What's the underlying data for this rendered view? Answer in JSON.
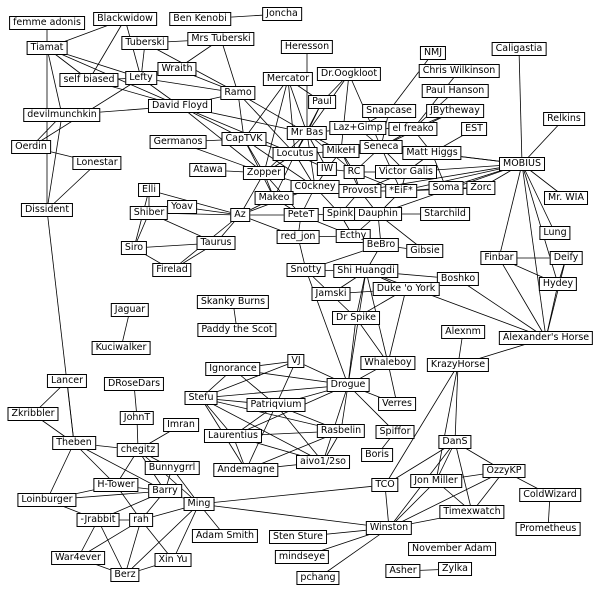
{
  "nodes": {
    "femme_adonis": "femme adonis",
    "blackwidow": "Blackwidow",
    "ben_kenobi": "Ben Kenobi",
    "joncha": "Joncha",
    "tiamat": "Tiamat",
    "tuberski": "Tuberski",
    "mrs_tuberski": "Mrs Tuberski",
    "heresson": "Heresson",
    "nmj": "NMJ",
    "caligastia": "Caligastia",
    "wraith": "Wraith",
    "chris_wilkinson": "Chris Wilkinson",
    "self_biased": "self biased",
    "lefty": "Lefty",
    "mercator": "Mercator",
    "dr_oogkloot": "Dr.Oogkloot",
    "ramo": "Ramo",
    "paul_hanson": "Paul Hanson",
    "devilmunchkin": "devilmunchkin",
    "david_floyd": "David Floyd",
    "paul": "Paul",
    "snapcase": "Snapcase",
    "jbytheway": "JBytheway",
    "relkins": "Relkins",
    "laz_gimp": "Laz+Gimp",
    "el_freako": "el freako",
    "est": "EST",
    "mr_bas": "Mr Bas",
    "germanos": "Germanos",
    "captvk": "CapTVK",
    "oerdin": "Oerdin",
    "seneca": "Seneca",
    "matt_higgs": "Matt Higgs",
    "mobius": "MOBIUS",
    "locutus": "Locutus",
    "mikeh": "MikeH",
    "lonestar": "Lonestar",
    "atawa": "Atawa",
    "zopper": "Zopper",
    "iw": "IW",
    "rc": "RC",
    "victor_galis": "Victor Galis",
    "cockney": "C0ckney",
    "mr_wia": "Mr. WIA",
    "soma": "Soma",
    "zorc": "Zorc",
    "provost": "Provost",
    "eif": "*EiF*",
    "makeo": "Makeo",
    "elli": "Elli",
    "dissident": "Dissident",
    "yoav": "Yoav",
    "shiber": "Shiber",
    "az": "Az",
    "petet": "PeteT",
    "spink": "Spink",
    "dauphin": "Dauphin",
    "starchild": "Starchild",
    "lung": "Lung",
    "red_jon": "red_jon",
    "ecthy": "Ecthy",
    "taurus": "Taurus",
    "siro": "Siro",
    "bebro": "BeBro",
    "gibsie": "Gibsie",
    "finbar": "Finbar",
    "deify": "Deify",
    "firelad": "Firelad",
    "snotty": "Snotty",
    "shi_huangdi": "Shi Huangdi",
    "boshko": "Boshko",
    "hydey": "Hydey",
    "jamski": "Jamski",
    "duke_o_york": "Duke 'o York",
    "skanky_burns": "Skanky Burns",
    "jaguar": "Jaguar",
    "dr_spike": "Dr Spike",
    "paddy_the_scot": "Paddy the Scot",
    "alexnm": "Alexnm",
    "alexanders_horse": "Alexander's Horse",
    "kuciwalker": "Kuciwalker",
    "vj": "VJ",
    "whaleboy": "Whaleboy",
    "ignorance": "Ignorance",
    "krazyhorse": "KrazyHorse",
    "lancer": "Lancer",
    "drosedars": "DRoseDars",
    "drogue": "Drogue",
    "stefu": "Stefu",
    "patriqvium": "Patriqvium",
    "verres": "Verres",
    "zkribbler": "Zkribbler",
    "johnt": "JohnT",
    "imran": "Imran",
    "laurentius": "Laurentius",
    "rasbelin": "Rasbelin",
    "spiffor": "Spiffor",
    "theben": "Theben",
    "chegitz": "chegitz",
    "dans": "DanS",
    "boris": "Boris",
    "andemagne": "Andemagne",
    "aivo": "aivo1/2so",
    "bunnygrrl": "Bunnygrrl",
    "ozzykp": "OzzyKP",
    "tco": "TCO",
    "h_tower": "H-Tower",
    "jon_miller": "Jon Miller",
    "loinburger": "Loinburger",
    "barry": "Barry",
    "coldwizard": "ColdWizard",
    "ming": "Ming",
    "timexwatch": "Timexwatch",
    "jrabbit": "-Jrabbit",
    "rah": "rah",
    "winston": "Winston",
    "prometheus": "Prometheus",
    "adam_smith": "Adam Smith",
    "sten_sture": "Sten Sture",
    "november_adam": "November Adam",
    "mindseye": "mindseye",
    "war4ever": "War4ever",
    "xin_yu": "Xin Yu",
    "asher": "Asher",
    "zylka": "Zylka",
    "berz": "Berz",
    "pchang": "pchang"
  },
  "edges": [
    [
      "femme_adonis",
      "tiamat"
    ],
    [
      "blackwidow",
      "tiamat"
    ],
    [
      "blackwidow",
      "self_biased"
    ],
    [
      "blackwidow",
      "lefty"
    ],
    [
      "ben_kenobi",
      "joncha"
    ],
    [
      "tiamat",
      "self_biased"
    ],
    [
      "tiamat",
      "devilmunchkin"
    ],
    [
      "tiamat",
      "dissident"
    ],
    [
      "tiamat",
      "lefty"
    ],
    [
      "tiamat",
      "david_floyd"
    ],
    [
      "tuberski",
      "mrs_tuberski"
    ],
    [
      "tuberski",
      "lefty"
    ],
    [
      "tuberski",
      "ramo"
    ],
    [
      "mrs_tuberski",
      "wraith"
    ],
    [
      "mrs_tuberski",
      "ramo"
    ],
    [
      "wraith",
      "lefty"
    ],
    [
      "wraith",
      "ramo"
    ],
    [
      "self_biased",
      "lefty"
    ],
    [
      "self_biased",
      "david_floyd"
    ],
    [
      "lefty",
      "ramo"
    ],
    [
      "lefty",
      "david_floyd"
    ],
    [
      "lefty",
      "oerdin"
    ],
    [
      "heresson",
      "mr_bas"
    ],
    [
      "mercator",
      "mr_bas"
    ],
    [
      "mercator",
      "locutus"
    ],
    [
      "mercator",
      "zopper"
    ],
    [
      "mercator",
      "paul"
    ],
    [
      "mercator",
      "captvk"
    ],
    [
      "dr_oogkloot",
      "paul"
    ],
    [
      "dr_oogkloot",
      "mr_bas"
    ],
    [
      "dr_oogkloot",
      "mikeh"
    ],
    [
      "dr_oogkloot",
      "seneca"
    ],
    [
      "ramo",
      "david_floyd"
    ],
    [
      "ramo",
      "mr_bas"
    ],
    [
      "ramo",
      "locutus"
    ],
    [
      "ramo",
      "captvk"
    ],
    [
      "devilmunchkin",
      "david_floyd"
    ],
    [
      "devilmunchkin",
      "dissident"
    ],
    [
      "david_floyd",
      "captvk"
    ],
    [
      "david_floyd",
      "zopper"
    ],
    [
      "david_floyd",
      "mr_bas"
    ],
    [
      "david_floyd",
      "locutus"
    ],
    [
      "paul",
      "mr_bas"
    ],
    [
      "paul",
      "locutus"
    ],
    [
      "nmj",
      "snapcase"
    ],
    [
      "chris_wilkinson",
      "el_freako"
    ],
    [
      "paul_hanson",
      "el_freako"
    ],
    [
      "jbytheway",
      "seneca"
    ],
    [
      "jbytheway",
      "el_freako"
    ],
    [
      "caligastia",
      "mobius"
    ],
    [
      "relkins",
      "mobius"
    ],
    [
      "snapcase",
      "laz_gimp"
    ],
    [
      "snapcase",
      "seneca"
    ],
    [
      "laz_gimp",
      "mr_bas"
    ],
    [
      "laz_gimp",
      "el_freako"
    ],
    [
      "laz_gimp",
      "seneca"
    ],
    [
      "el_freako",
      "seneca"
    ],
    [
      "el_freako",
      "matt_higgs"
    ],
    [
      "est",
      "matt_higgs"
    ],
    [
      "mr_bas",
      "locutus"
    ],
    [
      "mr_bas",
      "mikeh"
    ],
    [
      "mr_bas",
      "iw"
    ],
    [
      "mr_bas",
      "rc"
    ],
    [
      "mr_bas",
      "zopper"
    ],
    [
      "mr_bas",
      "cockney"
    ],
    [
      "germanos",
      "captvk"
    ],
    [
      "germanos",
      "zopper"
    ],
    [
      "captvk",
      "zopper"
    ],
    [
      "captvk",
      "locutus"
    ],
    [
      "captvk",
      "makeo"
    ],
    [
      "captvk",
      "cockney"
    ],
    [
      "oerdin",
      "lonestar"
    ],
    [
      "oerdin",
      "devilmunchkin"
    ],
    [
      "seneca",
      "matt_higgs"
    ],
    [
      "seneca",
      "mobius"
    ],
    [
      "seneca",
      "victor_galis"
    ],
    [
      "seneca",
      "mikeh"
    ],
    [
      "seneca",
      "rc"
    ],
    [
      "seneca",
      "eif"
    ],
    [
      "matt_higgs",
      "mobius"
    ],
    [
      "matt_higgs",
      "soma"
    ],
    [
      "matt_higgs",
      "victor_galis"
    ],
    [
      "mobius",
      "victor_galis"
    ],
    [
      "mobius",
      "soma"
    ],
    [
      "mobius",
      "zorc"
    ],
    [
      "mobius",
      "eif"
    ],
    [
      "mobius",
      "provost"
    ],
    [
      "mobius",
      "mr_wia"
    ],
    [
      "mobius",
      "lung"
    ],
    [
      "mobius",
      "finbar"
    ],
    [
      "mobius",
      "hydey"
    ],
    [
      "mobius",
      "alexanders_horse"
    ],
    [
      "mobius",
      "dauphin"
    ],
    [
      "locutus",
      "mikeh"
    ],
    [
      "locutus",
      "zopper"
    ],
    [
      "locutus",
      "iw"
    ],
    [
      "locutus",
      "cockney"
    ],
    [
      "locutus",
      "makeo"
    ],
    [
      "mikeh",
      "rc"
    ],
    [
      "mikeh",
      "iw"
    ],
    [
      "mikeh",
      "provost"
    ],
    [
      "atawa",
      "zopper"
    ],
    [
      "zopper",
      "makeo"
    ],
    [
      "zopper",
      "cockney"
    ],
    [
      "zopper",
      "petet"
    ],
    [
      "zopper",
      "az"
    ],
    [
      "iw",
      "rc"
    ],
    [
      "iw",
      "cockney"
    ],
    [
      "rc",
      "provost"
    ],
    [
      "rc",
      "victor_galis"
    ],
    [
      "rc",
      "eif"
    ],
    [
      "victor_galis",
      "eif"
    ],
    [
      "victor_galis",
      "provost"
    ],
    [
      "cockney",
      "provost"
    ],
    [
      "cockney",
      "petet"
    ],
    [
      "cockney",
      "spink"
    ],
    [
      "soma",
      "zorc"
    ],
    [
      "soma",
      "eif"
    ],
    [
      "provost",
      "eif"
    ],
    [
      "provost",
      "spink"
    ],
    [
      "provost",
      "dauphin"
    ],
    [
      "eif",
      "dauphin"
    ],
    [
      "eif",
      "zorc"
    ],
    [
      "makeo",
      "petet"
    ],
    [
      "makeo",
      "az"
    ],
    [
      "elli",
      "az"
    ],
    [
      "elli",
      "shiber"
    ],
    [
      "elli",
      "siro"
    ],
    [
      "dissident",
      "lonestar"
    ],
    [
      "yoav",
      "az"
    ],
    [
      "yoav",
      "shiber"
    ],
    [
      "shiber",
      "az"
    ],
    [
      "shiber",
      "taurus"
    ],
    [
      "shiber",
      "siro"
    ],
    [
      "az",
      "petet"
    ],
    [
      "az",
      "taurus"
    ],
    [
      "az",
      "firelad"
    ],
    [
      "az",
      "red_jon"
    ],
    [
      "az",
      "cockney"
    ],
    [
      "petet",
      "spink"
    ],
    [
      "petet",
      "red_jon"
    ],
    [
      "petet",
      "ecthy"
    ],
    [
      "spink",
      "dauphin"
    ],
    [
      "spink",
      "ecthy"
    ],
    [
      "dauphin",
      "starchild"
    ],
    [
      "dauphin",
      "ecthy"
    ],
    [
      "dauphin",
      "bebro"
    ],
    [
      "dauphin",
      "gibsie"
    ],
    [
      "red_jon",
      "ecthy"
    ],
    [
      "ecthy",
      "bebro"
    ],
    [
      "taurus",
      "siro"
    ],
    [
      "taurus",
      "firelad"
    ],
    [
      "siro",
      "firelad"
    ],
    [
      "bebro",
      "shi_huangdi"
    ],
    [
      "bebro",
      "gibsie"
    ],
    [
      "bebro",
      "snotty"
    ],
    [
      "finbar",
      "deify"
    ],
    [
      "finbar",
      "hydey"
    ],
    [
      "finbar",
      "alexanders_horse"
    ],
    [
      "deify",
      "hydey"
    ],
    [
      "deify",
      "alexanders_horse"
    ],
    [
      "hydey",
      "alexanders_horse"
    ],
    [
      "snotty",
      "shi_huangdi"
    ],
    [
      "snotty",
      "jamski"
    ],
    [
      "snotty",
      "red_jon"
    ],
    [
      "snotty",
      "drogue"
    ],
    [
      "shi_huangdi",
      "boshko"
    ],
    [
      "shi_huangdi",
      "duke_o_york"
    ],
    [
      "shi_huangdi",
      "jamski"
    ],
    [
      "shi_huangdi",
      "dr_spike"
    ],
    [
      "shi_huangdi",
      "alexanders_horse"
    ],
    [
      "shi_huangdi",
      "whaleboy"
    ],
    [
      "shi_huangdi",
      "drogue"
    ],
    [
      "boshko",
      "alexanders_horse"
    ],
    [
      "jamski",
      "dr_spike"
    ],
    [
      "jamski",
      "duke_o_york"
    ],
    [
      "duke_o_york",
      "dr_spike"
    ],
    [
      "duke_o_york",
      "whaleboy"
    ],
    [
      "dr_spike",
      "drogue"
    ],
    [
      "dr_spike",
      "whaleboy"
    ],
    [
      "jaguar",
      "kuciwalker"
    ],
    [
      "skanky_burns",
      "paddy_the_scot"
    ],
    [
      "alexnm",
      "krazyhorse"
    ],
    [
      "alexanders_horse",
      "krazyhorse"
    ],
    [
      "vj",
      "drogue"
    ],
    [
      "vj",
      "ignorance"
    ],
    [
      "vj",
      "patriqvium"
    ],
    [
      "vj",
      "stefu"
    ],
    [
      "whaleboy",
      "drogue"
    ],
    [
      "whaleboy",
      "verres"
    ],
    [
      "ignorance",
      "drogue"
    ],
    [
      "ignorance",
      "stefu"
    ],
    [
      "ignorance",
      "patriqvium"
    ],
    [
      "krazyhorse",
      "dans"
    ],
    [
      "krazyhorse",
      "tco"
    ],
    [
      "krazyhorse",
      "jon_miller"
    ],
    [
      "lancer",
      "theben"
    ],
    [
      "lancer",
      "zkribbler"
    ],
    [
      "drosedars",
      "johnt"
    ],
    [
      "drogue",
      "patriqvium"
    ],
    [
      "drogue",
      "stefu"
    ],
    [
      "drogue",
      "rasbelin"
    ],
    [
      "drogue",
      "laurentius"
    ],
    [
      "drogue",
      "spiffor"
    ],
    [
      "drogue",
      "verres"
    ],
    [
      "drogue",
      "aivo"
    ],
    [
      "stefu",
      "patriqvium"
    ],
    [
      "stefu",
      "laurentius"
    ],
    [
      "stefu",
      "andemagne"
    ],
    [
      "stefu",
      "rasbelin"
    ],
    [
      "stefu",
      "aivo"
    ],
    [
      "patriqvium",
      "laurentius"
    ],
    [
      "patriqvium",
      "rasbelin"
    ],
    [
      "patriqvium",
      "aivo"
    ],
    [
      "patriqvium",
      "andemagne"
    ],
    [
      "zkribbler",
      "theben"
    ],
    [
      "johnt",
      "chegitz"
    ],
    [
      "imran",
      "chegitz"
    ],
    [
      "laurentius",
      "andemagne"
    ],
    [
      "laurentius",
      "rasbelin"
    ],
    [
      "laurentius",
      "aivo"
    ],
    [
      "rasbelin",
      "aivo"
    ],
    [
      "rasbelin",
      "andemagne"
    ],
    [
      "spiffor",
      "boris"
    ],
    [
      "theben",
      "chegitz"
    ],
    [
      "theben",
      "h_tower"
    ],
    [
      "theben",
      "loinburger"
    ],
    [
      "theben",
      "barry"
    ],
    [
      "chegitz",
      "bunnygrrl"
    ],
    [
      "chegitz",
      "h_tower"
    ],
    [
      "chegitz",
      "barry"
    ],
    [
      "chegitz",
      "ming"
    ],
    [
      "dans",
      "ozzykp"
    ],
    [
      "dans",
      "jon_miller"
    ],
    [
      "dans",
      "timexwatch"
    ],
    [
      "dans",
      "winston"
    ],
    [
      "dans",
      "tco"
    ],
    [
      "andemagne",
      "aivo"
    ],
    [
      "bunnygrrl",
      "barry"
    ],
    [
      "bunnygrrl",
      "ming"
    ],
    [
      "ozzykp",
      "coldwizard"
    ],
    [
      "ozzykp",
      "timexwatch"
    ],
    [
      "ozzykp",
      "jon_miller"
    ],
    [
      "ozzykp",
      "winston"
    ],
    [
      "tco",
      "ming"
    ],
    [
      "tco",
      "winston"
    ],
    [
      "h_tower",
      "barry"
    ],
    [
      "h_tower",
      "rah"
    ],
    [
      "h_tower",
      "loinburger"
    ],
    [
      "jon_miller",
      "timexwatch"
    ],
    [
      "jon_miller",
      "winston"
    ],
    [
      "loinburger",
      "jrabbit"
    ],
    [
      "loinburger",
      "barry"
    ],
    [
      "barry",
      "jrabbit"
    ],
    [
      "barry",
      "rah"
    ],
    [
      "barry",
      "ming"
    ],
    [
      "coldwizard",
      "prometheus"
    ],
    [
      "ming",
      "rah"
    ],
    [
      "ming",
      "adam_smith"
    ],
    [
      "ming",
      "winston"
    ],
    [
      "ming",
      "xin_yu"
    ],
    [
      "ming",
      "berz"
    ],
    [
      "timexwatch",
      "winston"
    ],
    [
      "jrabbit",
      "rah"
    ],
    [
      "jrabbit",
      "war4ever"
    ],
    [
      "jrabbit",
      "berz"
    ],
    [
      "rah",
      "war4ever"
    ],
    [
      "rah",
      "xin_yu"
    ],
    [
      "rah",
      "berz"
    ],
    [
      "winston",
      "sten_sture"
    ],
    [
      "winston",
      "mindseye"
    ],
    [
      "winston",
      "pchang"
    ],
    [
      "war4ever",
      "berz"
    ],
    [
      "xin_yu",
      "berz"
    ],
    [
      "asher",
      "zylka"
    ],
    [
      "dissident",
      "theben"
    ]
  ],
  "colors": {
    "line": "#000000",
    "node_border": "#000000",
    "node_fill": "#ffffff"
  }
}
